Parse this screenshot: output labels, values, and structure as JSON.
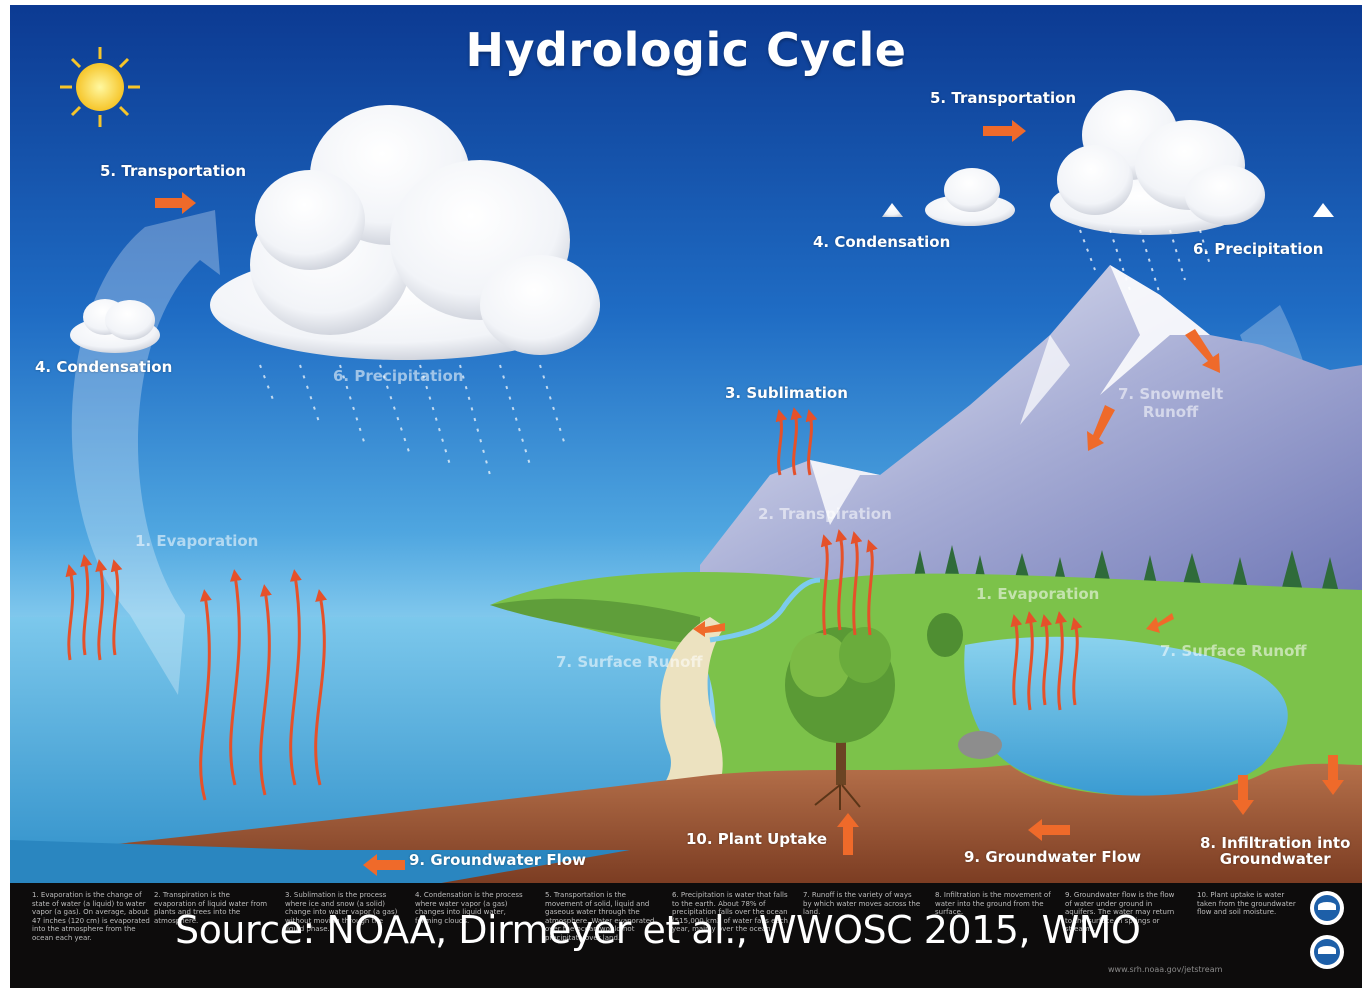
{
  "title": "Hydrologic Cycle",
  "labels": {
    "transport_left": "5. Transportation",
    "transport_right": "5. Transportation",
    "condensation_left": "4. Condensation",
    "condensation_right": "4. Condensation",
    "precipitation_left": "6. Precipitation",
    "precipitation_right": "6. Precipitation",
    "sublimation": "3. Sublimation",
    "transpiration": "2. Transpiration",
    "evaporation_left": "1. Evaporation",
    "evaporation_right": "1. Evaporation",
    "snowmelt_line1": "7. Snowmelt",
    "snowmelt_line2": "Runoff",
    "surface_runoff_left": "7. Surface Runoff",
    "surface_runoff_right": "7. Surface Runoff",
    "plant_uptake": "10. Plant Uptake",
    "groundwater_left": "9. Groundwater Flow",
    "groundwater_right": "9. Groundwater Flow",
    "infiltration_line1": "8. Infiltration into",
    "infiltration_line2": "Groundwater"
  },
  "descriptions": [
    "1. Evaporation is the change of state of water (a liquid) to water vapor (a gas). On average, about 47 inches (120 cm) is evaporated into the atmosphere from the ocean each year.",
    "2. Transpiration is the evaporation of liquid water from plants and trees into the atmosphere.",
    "3. Sublimation is the process where ice and snow (a solid) change into water vapor (a gas) without moving through the liquid phase.",
    "4. Condensation is the process where water vapor (a gas) changes into liquid water, forming clouds.",
    "5. Transportation is the movement of solid, liquid and gaseous water through the atmosphere. Water evaporated over the ocean would not precipitate over land.",
    "6. Precipitation is water that falls to the earth. About 78% of precipitation falls over the ocean (515,000 km3 of water falls each year, mainly over the ocean.",
    "7. Runoff is the variety of ways by which water moves across the land.",
    "8. Infiltration is the movement of water into the ground from the surface.",
    "9. Groundwater flow is the flow of water under ground in aquifers. The water may return to the surface in springs or streams.",
    "10. Plant uptake is water taken from the groundwater flow and soil moisture."
  ],
  "credit": "www.srh.noaa.gov/jetstream",
  "source_overlay": "Source: NOAA, Dirmeyer et al., WWOSC 2015, WMO",
  "colors": {
    "sky_top": "#0c3c94",
    "sky_bottom": "#7fc6ec",
    "ocean": "#59b3de",
    "land": "#7cc24a",
    "soil": "#8a4a2a",
    "arrow": "#e5512a",
    "panel": "#0d0c0c"
  }
}
